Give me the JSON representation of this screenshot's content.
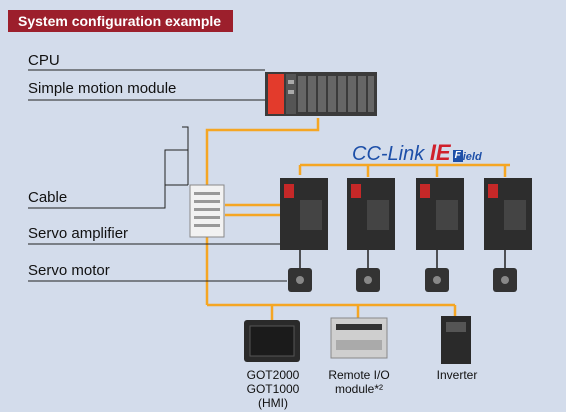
{
  "title": "System configuration example",
  "labels": {
    "cpu": "CPU",
    "simple_motion": "Simple motion module",
    "cable": "Cable",
    "servo_amplifier": "Servo amplifier",
    "servo_motor": "Servo motor"
  },
  "network_logo": {
    "cc": "CC-Link",
    "ie": "IE",
    "field_badge": "F",
    "field": "ield"
  },
  "devices": {
    "got": [
      "GOT2000",
      "GOT1000",
      "(HMI)"
    ],
    "remote_io": [
      "Remote I/O",
      "module*²"
    ],
    "inverter": [
      "Inverter"
    ]
  },
  "colors": {
    "background": "#d3dceb",
    "banner": "#9c1f2c",
    "network_line": "#f5a623",
    "cpu_accent": "#e33b2c"
  }
}
